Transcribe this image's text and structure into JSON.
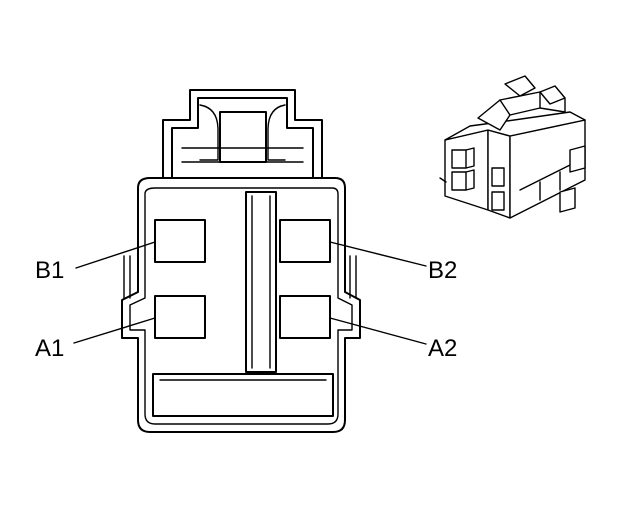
{
  "pin_labels": {
    "b1": "B1",
    "b2": "B2",
    "a1": "A1",
    "a2": "A2"
  }
}
